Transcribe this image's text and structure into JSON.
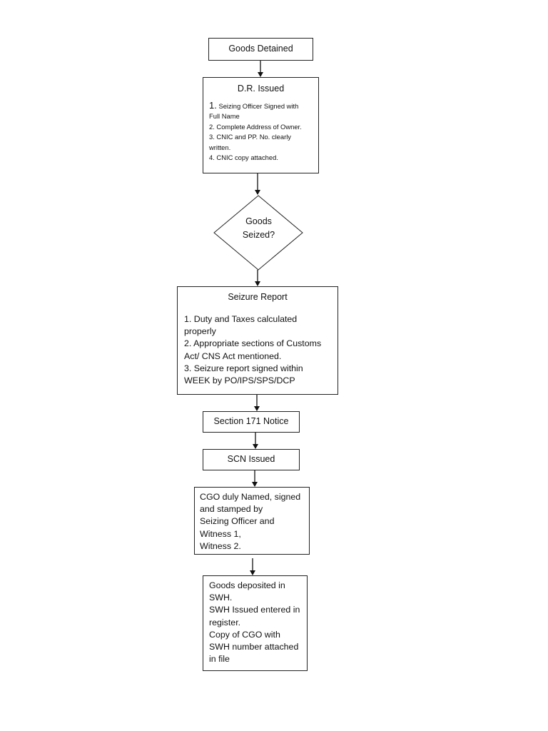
{
  "flowchart": {
    "goods_detained": "Goods Detained",
    "dr_issued": {
      "title": "D.R. Issued",
      "item1_num": "1.",
      "item1_text": "Seizing Officer Signed with",
      "item1_cont": "Full Name",
      "item2": "2. Complete Address of Owner.",
      "item3": "3.  CNIC and PP. No. clearly",
      "item3_cont": "written.",
      "item4": "4. CNIC copy attached."
    },
    "decision": {
      "line1": "Goods",
      "line2": "Seized?"
    },
    "seizure_report": {
      "title": "Seizure Report",
      "lines": [
        "1. Duty and Taxes calculated",
        "properly",
        "2. Appropriate sections of Customs",
        "Act/ CNS Act mentioned.",
        "3. Seizure report signed within",
        "WEEK by PO/IPS/SPS/DCP"
      ]
    },
    "section_171": "Section 171 Notice",
    "scn_issued": "SCN Issued",
    "cgo": {
      "lines": [
        "CGO duly Named, signed",
        "and stamped by",
        "Seizing Officer and",
        "Witness 1,",
        "Witness 2."
      ]
    },
    "goods_deposited": {
      "lines": [
        "Goods deposited in",
        "SWH.",
        "SWH Issued entered in",
        "register.",
        "Copy of CGO with",
        "SWH number attached",
        "in file"
      ]
    }
  }
}
